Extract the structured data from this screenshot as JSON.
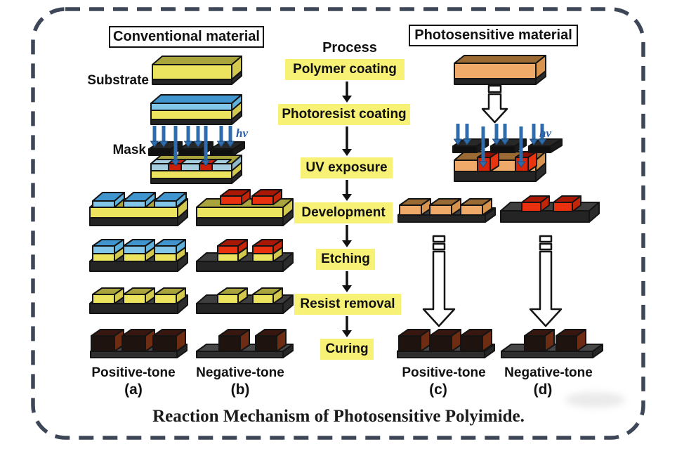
{
  "figure": {
    "caption": "Reaction Mechanism of Photosensitive Polyimide."
  },
  "left_panel": {
    "title": "Conventional material",
    "substrate_label": "Substrate",
    "mask_label": "Mask",
    "hv_label": "hν",
    "tones": [
      {
        "label": "Positive-tone",
        "sub": "(a)"
      },
      {
        "label": "Negative-tone",
        "sub": "(b)"
      }
    ]
  },
  "process": {
    "header": "Process",
    "steps": [
      "Polymer coating",
      "Photoresist coating",
      "UV exposure",
      "Development",
      "Etching",
      "Resist removal",
      "Curing"
    ]
  },
  "right_panel": {
    "title": "Photosensitive material",
    "hv_label": "hν",
    "tones": [
      {
        "label": "Positive-tone",
        "sub": "(c)"
      },
      {
        "label": "Negative-tone",
        "sub": "(d)"
      }
    ]
  },
  "colors": {
    "step_highlight": "#f7f175",
    "uv_arrow_blue": "#2e6cab",
    "substrate_yellow": "#ece45e",
    "photoresist_blue": "#82c7e9",
    "exposed_red": "#e93110",
    "polyimide_tan": "#efaa69",
    "cured_dark": "#381710",
    "border_dash": "#3d4757"
  }
}
